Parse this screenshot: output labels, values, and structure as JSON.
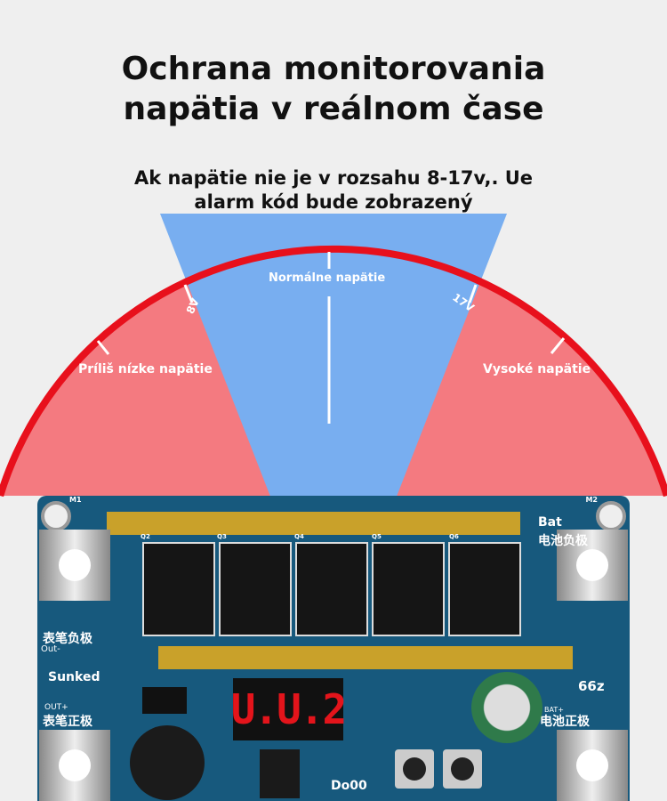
{
  "heading": {
    "line1": "Ochrana monitorovania",
    "line2": "napätia v reálnom čase"
  },
  "subheading": {
    "line1": "Ak napätie nie je v rozsahu 8-17v,. Ue",
    "line2": "alarm kód bude zobrazený"
  },
  "gauge": {
    "low_label": "Príliš nízke napätie",
    "normal_label": "Normálne napätie",
    "high_label": "Vysoké napätie",
    "min_tick": "8V",
    "max_tick": "17V",
    "colors": {
      "low_high": "#f47a80",
      "normal": "#78aef0",
      "rim": "#e8101c"
    }
  },
  "board": {
    "hole_left": "M1",
    "hole_right": "M2",
    "bat_label": "Bat",
    "bat_neg": "电池负极",
    "out_neg_cn": "表笔负极",
    "out_neg": "Out-",
    "brand": "Sunked",
    "out_pos": "OUT+",
    "out_pos_cn": "表笔正极",
    "bat_pos": "电池正极",
    "bat_pos_en": "BAT+",
    "model": "66z",
    "display": "U.U.2",
    "code": "Do00",
    "mosfets": [
      "Q2",
      "Q3",
      "Q4",
      "Q5",
      "Q6"
    ]
  }
}
